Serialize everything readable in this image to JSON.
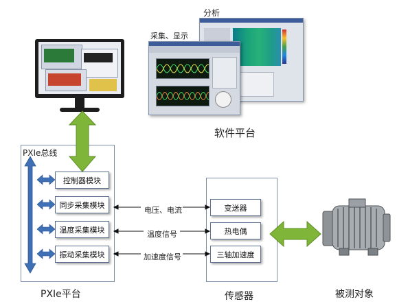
{
  "software": {
    "acq_label": "采集、显示",
    "analysis_label": "分析",
    "platform_label": "软件平台"
  },
  "pxie": {
    "bus_label": "PXIe总线",
    "platform_label": "PXIe平台",
    "modules": [
      {
        "label": "控制器模块"
      },
      {
        "label": "同步采集模块"
      },
      {
        "label": "温度采集模块"
      },
      {
        "label": "振动采集模块"
      }
    ]
  },
  "signals": [
    {
      "label": "电压、电流"
    },
    {
      "label": "温度信号"
    },
    {
      "label": "加速度信号"
    }
  ],
  "sensors": {
    "platform_label": "传感器",
    "items": [
      {
        "label": "变送器"
      },
      {
        "label": "热电偶"
      },
      {
        "label": "三轴加速度"
      }
    ]
  },
  "target": {
    "label": "被测对象"
  },
  "colors": {
    "bus_arrow": "#3f6fb5",
    "link_arrow": "#7fb539",
    "box_border": "#7a8ca6"
  }
}
